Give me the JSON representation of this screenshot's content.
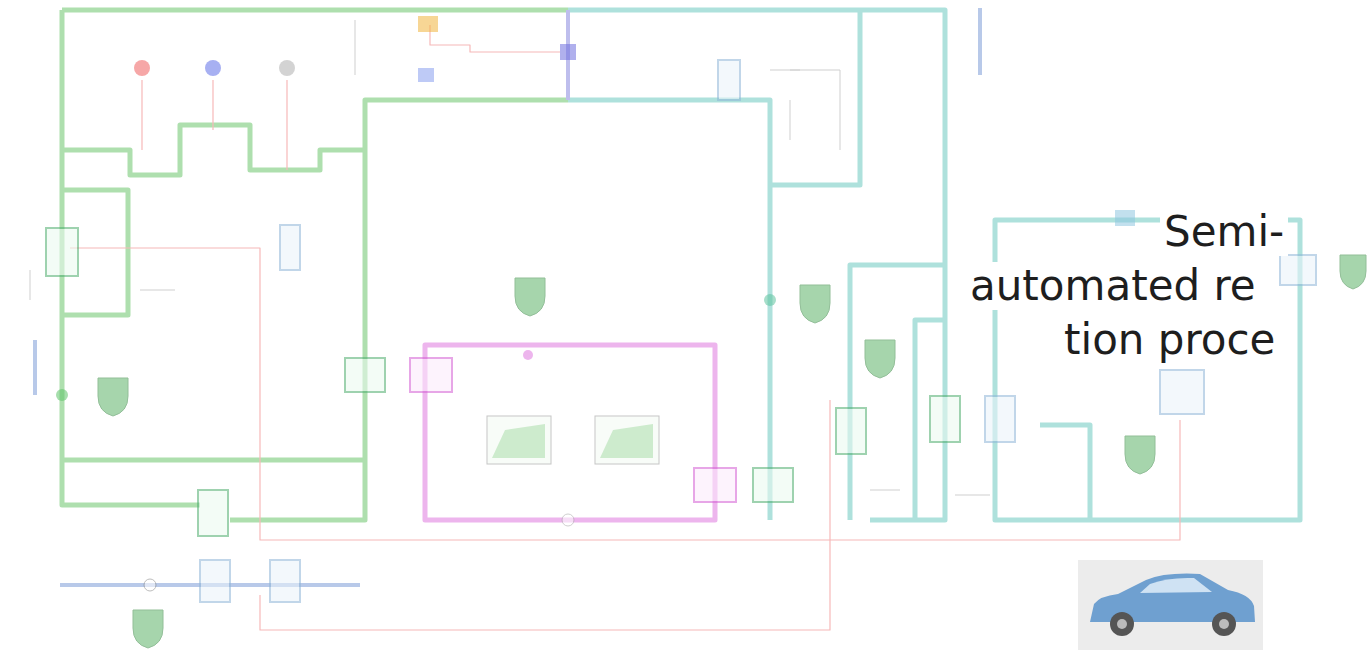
{
  "diagram": {
    "labels": [
      "Semi-",
      "automated re",
      "tion proce"
    ]
  }
}
